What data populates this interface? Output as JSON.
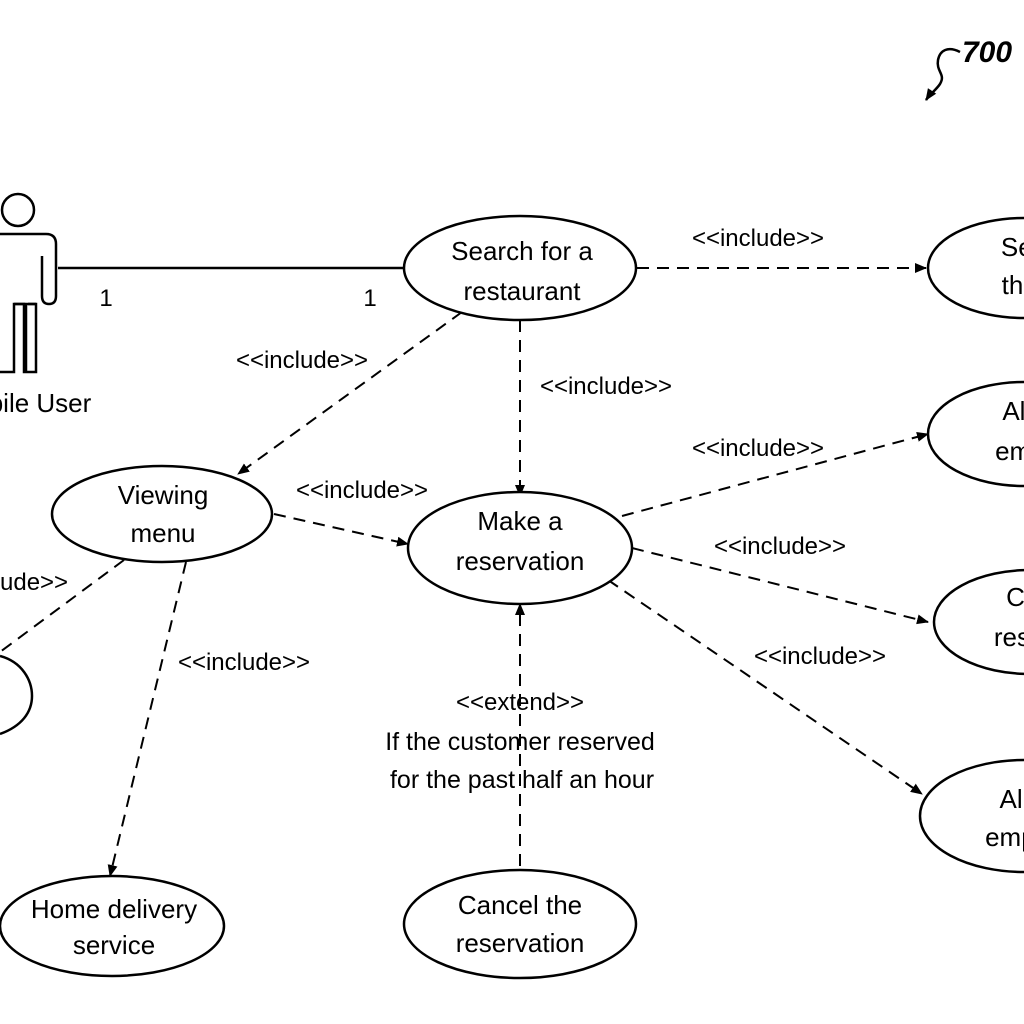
{
  "figure_ref": "700",
  "actor": {
    "label": "bile User"
  },
  "multiplicity": {
    "actor_end": "1",
    "usecase_end": "1"
  },
  "use_cases": {
    "search_restaurant": [
      "Search for a",
      "restaurant"
    ],
    "make_reservation": [
      "Make a",
      "reservation"
    ],
    "viewing_menu": [
      "Viewing",
      "menu"
    ],
    "home_delivery": [
      "Home delivery",
      "service"
    ],
    "cancel_reservation": [
      "Cancel the",
      "reservation"
    ],
    "right_1": [
      "Sea",
      "thro"
    ],
    "right_2": [
      "Allo",
      "empt"
    ],
    "right_3": [
      "Che",
      "reserv"
    ],
    "right_4": [
      "All",
      "empt"
    ]
  },
  "relations": {
    "include": "<<include>>",
    "include_cut": "ude>>",
    "extend": "<<extend>>",
    "extend_condition": [
      "If the customer reserved",
      "for the past half an hour"
    ]
  }
}
